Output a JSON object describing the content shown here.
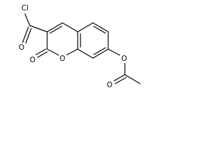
{
  "atoms": {
    "chlorine": "Cl",
    "acyl_oxygen": "O",
    "lactone_carbonyl_oxygen": "O",
    "ring_oxygen": "O",
    "ester_oxygen": "O",
    "acetyl_oxygen": "O"
  }
}
